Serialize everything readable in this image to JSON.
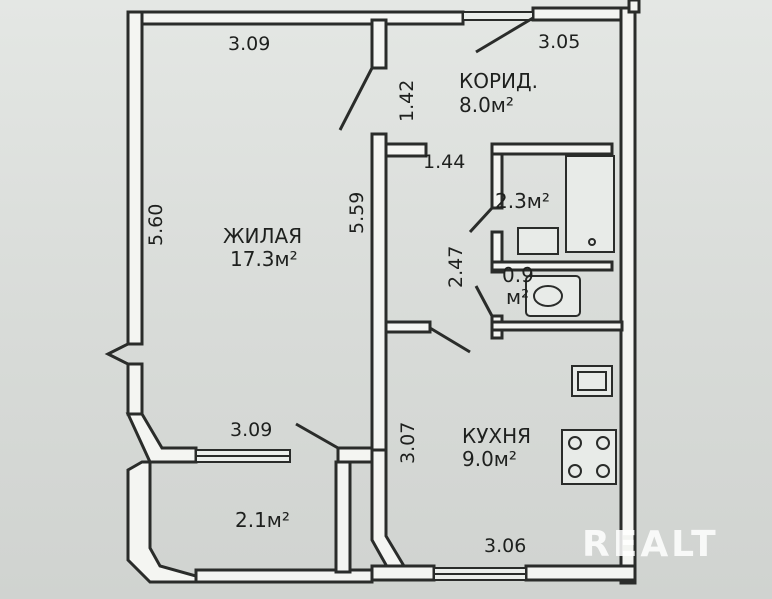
{
  "rooms": {
    "living": {
      "name": "ЖИЛАЯ",
      "area": "17.3м²"
    },
    "corridor": {
      "name": "КОРИД.",
      "area": "8.0м²"
    },
    "bath": {
      "area": "2.3м²"
    },
    "wc": {
      "area_value": "0.9",
      "area_unit": "м²"
    },
    "kitchen": {
      "name": "КУХНЯ",
      "area": "9.0м²"
    },
    "balcony": {
      "area": "2.1м²"
    }
  },
  "dimensions": {
    "living_top": "3.09",
    "living_left": "5.60",
    "living_right": "5.59",
    "living_bottom": "3.09",
    "corridor_top": "3.05",
    "corridor_door": "1.42",
    "corridor_stub": "1.44",
    "hall_height": "2.47",
    "kitchen_left": "3.07",
    "kitchen_bottom": "3.06"
  },
  "watermark": "REALT"
}
